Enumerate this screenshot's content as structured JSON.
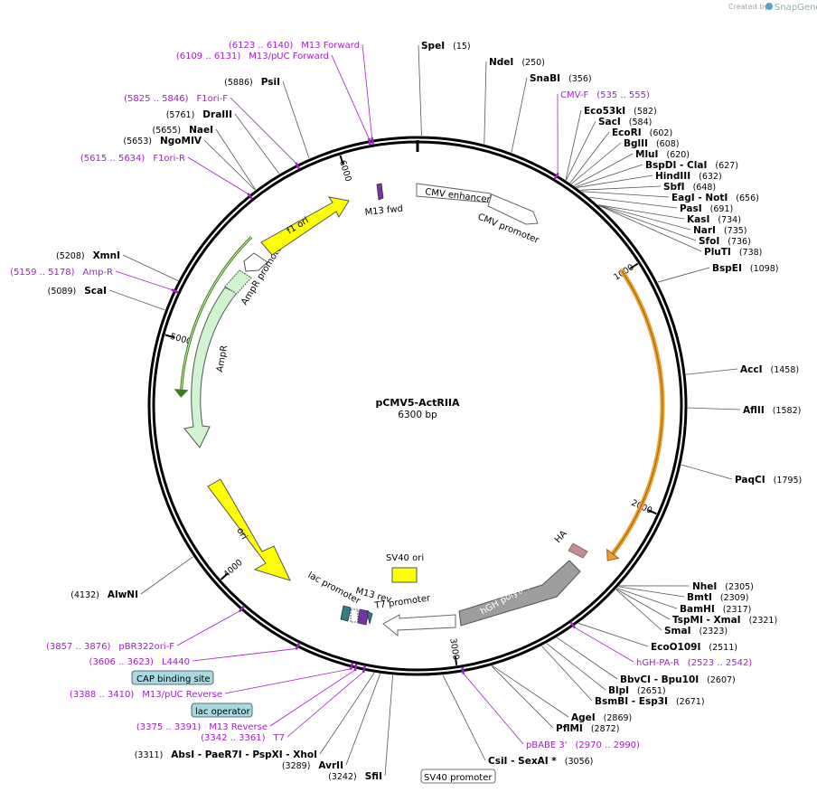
{
  "credit": {
    "prefix": "Created by",
    "brand": "SnapGene"
  },
  "plasmid": {
    "name": "pCMV5-ActRIIA",
    "size_label": "6300 bp"
  },
  "ticks": [
    {
      "pos": 1000,
      "label": "1000"
    },
    {
      "pos": 2000,
      "label": "2000"
    },
    {
      "pos": 3000,
      "label": "3000"
    },
    {
      "pos": 4000,
      "label": "4000"
    },
    {
      "pos": 5000,
      "label": "5000"
    },
    {
      "pos": 6000,
      "label": "6000"
    }
  ],
  "sites": [
    {
      "pos": 15,
      "name": "SpeI",
      "coord": "(15)"
    },
    {
      "pos": 250,
      "name": "NdeI",
      "coord": "(250)"
    },
    {
      "pos": 356,
      "name": "SnaBI",
      "coord": "(356)"
    },
    {
      "pos": 582,
      "name": "Eco53kI",
      "coord": "(582)"
    },
    {
      "pos": 584,
      "name": "SacI",
      "coord": "(584)"
    },
    {
      "pos": 602,
      "name": "EcoRI",
      "coord": "(602)"
    },
    {
      "pos": 608,
      "name": "BglII",
      "coord": "(608)"
    },
    {
      "pos": 620,
      "name": "MluI",
      "coord": "(620)"
    },
    {
      "pos": 627,
      "name": "BspDI  - ClaI",
      "coord": "(627)"
    },
    {
      "pos": 632,
      "name": "HindIII",
      "coord": "(632)"
    },
    {
      "pos": 648,
      "name": "SbfI",
      "coord": "(648)"
    },
    {
      "pos": 656,
      "name": "EagI  - NotI",
      "coord": "(656)"
    },
    {
      "pos": 691,
      "name": "PasI",
      "coord": "(691)"
    },
    {
      "pos": 734,
      "name": "KasI",
      "coord": "(734)"
    },
    {
      "pos": 735,
      "name": "NarI",
      "coord": "(735)"
    },
    {
      "pos": 736,
      "name": "SfoI",
      "coord": "(736)"
    },
    {
      "pos": 738,
      "name": "PluTI",
      "coord": "(738)"
    },
    {
      "pos": 1098,
      "name": "BspEI",
      "coord": "(1098)"
    },
    {
      "pos": 1458,
      "name": "AccI",
      "coord": "(1458)"
    },
    {
      "pos": 1582,
      "name": "AflII",
      "coord": "(1582)"
    },
    {
      "pos": 1795,
      "name": "PaqCI",
      "coord": "(1795)"
    },
    {
      "pos": 2305,
      "name": "NheI",
      "coord": "(2305)"
    },
    {
      "pos": 2309,
      "name": "BmtI",
      "coord": "(2309)"
    },
    {
      "pos": 2317,
      "name": "BamHI",
      "coord": "(2317)"
    },
    {
      "pos": 2321,
      "name": "TspMI  - XmaI",
      "coord": "(2321)"
    },
    {
      "pos": 2323,
      "name": "SmaI",
      "coord": "(2323)"
    },
    {
      "pos": 2511,
      "name": "EcoO109I",
      "coord": "(2511)"
    },
    {
      "pos": 2607,
      "name": "BbvCI  - Bpu10I",
      "coord": "(2607)"
    },
    {
      "pos": 2651,
      "name": "BlpI",
      "coord": "(2651)"
    },
    {
      "pos": 2671,
      "name": "BsmBI  - Esp3I",
      "coord": "(2671)"
    },
    {
      "pos": 2869,
      "name": "AgeI",
      "coord": "(2869)"
    },
    {
      "pos": 2872,
      "name": "PflMI",
      "coord": "(2872)"
    },
    {
      "pos": 3056,
      "name": "CsiI  - SexAI *",
      "coord": "(3056)"
    },
    {
      "pos": 3242,
      "name": "SfiI",
      "coord": "(3242)"
    },
    {
      "pos": 3289,
      "name": "AvrII",
      "coord": "(3289)"
    },
    {
      "pos": 3311,
      "name": "AbsI  - PaeR7I  - PspXI  - XhoI",
      "coord": "(3311)"
    },
    {
      "pos": 4132,
      "name": "AlwNI",
      "coord": "(4132)"
    },
    {
      "pos": 5089,
      "name": "ScaI",
      "coord": "(5089)"
    },
    {
      "pos": 5208,
      "name": "XmnI",
      "coord": "(5208)"
    },
    {
      "pos": 5653,
      "name": "NgoMIV",
      "coord": "(5653)"
    },
    {
      "pos": 5655,
      "name": "NaeI",
      "coord": "(5655)"
    },
    {
      "pos": 5761,
      "name": "DraIII",
      "coord": "(5761)"
    },
    {
      "pos": 5886,
      "name": "PsiI",
      "coord": "(5886)"
    }
  ],
  "primers": [
    {
      "pos": 545,
      "name": "CMV-F",
      "coord": "(535 .. 555)"
    },
    {
      "pos": 2532,
      "name": "hGH-PA-R",
      "coord": "(2523 .. 2542)"
    },
    {
      "pos": 2980,
      "name": "pBABE 3'",
      "coord": "(2970 .. 2990)"
    },
    {
      "pos": 3351,
      "name": "T7",
      "coord": "(3342 .. 3361)"
    },
    {
      "pos": 3383,
      "name": "M13 Reverse",
      "coord": "(3375 .. 3391)"
    },
    {
      "pos": 3399,
      "name": "M13/pUC Reverse",
      "coord": "(3388 .. 3410)"
    },
    {
      "pos": 3614,
      "name": "L4440",
      "coord": "(3606 .. 3623)"
    },
    {
      "pos": 3866,
      "name": "pBR322ori-F",
      "coord": "(3857 .. 3876)"
    },
    {
      "pos": 5168,
      "name": "Amp-R",
      "coord": "(5159 .. 5178)"
    },
    {
      "pos": 5624,
      "name": "F1ori-R",
      "coord": "(5615 .. 5634)"
    },
    {
      "pos": 5835,
      "name": "F1ori-F",
      "coord": "(5825 .. 5846)"
    },
    {
      "pos": 6120,
      "name": "M13/pUC Forward",
      "coord": "(6109 .. 6131)"
    },
    {
      "pos": 6131,
      "name": "M13 Forward",
      "coord": "(6123 .. 6140)"
    }
  ],
  "features": [
    {
      "name": "CMV enhancer"
    },
    {
      "name": "CMV promoter"
    },
    {
      "name": "HA"
    },
    {
      "name": "hGH poly(A) signal"
    },
    {
      "name": "SV40 promoter"
    },
    {
      "name": "SV40 ori"
    },
    {
      "name": "T7 promoter"
    },
    {
      "name": "M13 rev"
    },
    {
      "name": "lac promoter"
    },
    {
      "name": "lac operator"
    },
    {
      "name": "CAP binding site"
    },
    {
      "name": "ori"
    },
    {
      "name": "AmpR"
    },
    {
      "name": "AmpR promoter"
    },
    {
      "name": "f1 ori"
    },
    {
      "name": "M13 fwd"
    }
  ],
  "colors": {
    "primer": "#a020c8",
    "orf_orange": "#e8a030",
    "amp_green": "#3a7d1e",
    "ori_yellow": "#ffff00",
    "polyA_gray": "#9e9e9e",
    "ha_pink": "#cc8899"
  }
}
